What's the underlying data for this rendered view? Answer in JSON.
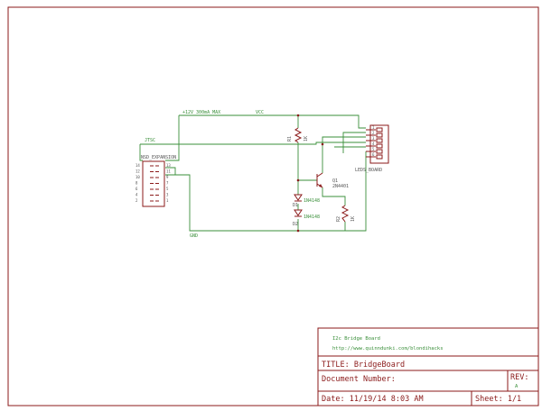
{
  "title_block": {
    "project_name": "I2c Bridge Board",
    "url": "http://www.quinndunki.com/blondihacks",
    "title": "TITLE: BridgeBoard",
    "document_number": "Document Number:",
    "rev_label": "REV:",
    "rev_value": "A",
    "date": "Date: 11/19/14 8:03 AM",
    "sheet": "Sheet: 1/1"
  },
  "nets": {
    "power": "+12V 300mA MAX",
    "vcc": "VCC",
    "gnd": "GND",
    "sda_scl": "JTSC"
  },
  "parts": {
    "header_left": {
      "name": "NSD_EXPANSION",
      "pins_left": [
        "14",
        "12",
        "10",
        "8",
        "6",
        "4",
        "2"
      ],
      "pins_right": [
        "13",
        "11",
        "9",
        "7",
        "5",
        "3",
        "1"
      ]
    },
    "header_right": {
      "name": "LEDS_BOARD",
      "pins": [
        "1",
        "2",
        "3",
        "4",
        "5",
        "6"
      ]
    },
    "r1": {
      "name": "R1",
      "value": "1K"
    },
    "r2": {
      "name": "R2",
      "value": "1K"
    },
    "q1": {
      "name": "Q1",
      "value": "2N4401"
    },
    "d1": {
      "name": "D1",
      "value": "1N4148"
    },
    "d2": {
      "name": "D2",
      "value": "1N4148"
    }
  }
}
